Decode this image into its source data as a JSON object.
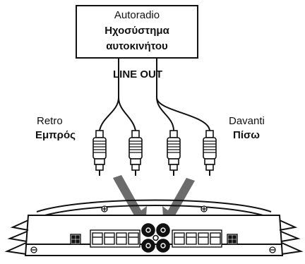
{
  "source_box": {
    "line1": "Autoradio",
    "line2": "Ηχοσύστημα",
    "line3": "αυτοκινήτου"
  },
  "line_out_label": "LINE OUT",
  "left_label": {
    "line1": "Retro",
    "line2": "Εμπρός"
  },
  "right_label": {
    "line1": "Davanti",
    "line2": "Πίσω"
  },
  "colors": {
    "ink": "#111111",
    "arrow": "#6b6b6b",
    "background": "#ffffff"
  }
}
